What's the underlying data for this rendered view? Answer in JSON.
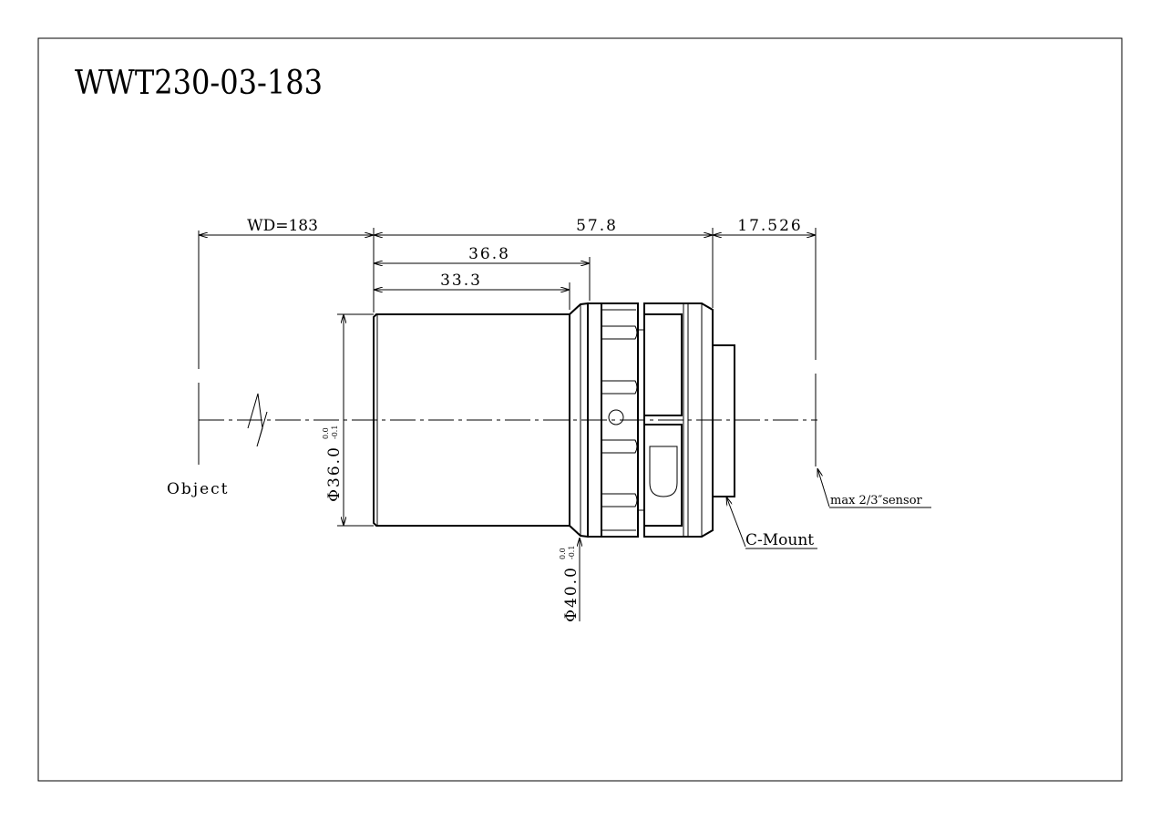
{
  "title": "WWT230-03-183",
  "dimensions": {
    "working_distance": "WD=183",
    "total_length": "57.8",
    "flange_distance": "17.526",
    "length_36_8": "36.8",
    "length_33_3": "33.3",
    "diameter_36": "Φ36.0",
    "diameter_40": "Φ40.0",
    "tolerance_upper": "0.0",
    "tolerance_lower": "-0.1"
  },
  "labels": {
    "object": "Object",
    "mount": "C-Mount",
    "sensor": "max 2/3″sensor"
  }
}
